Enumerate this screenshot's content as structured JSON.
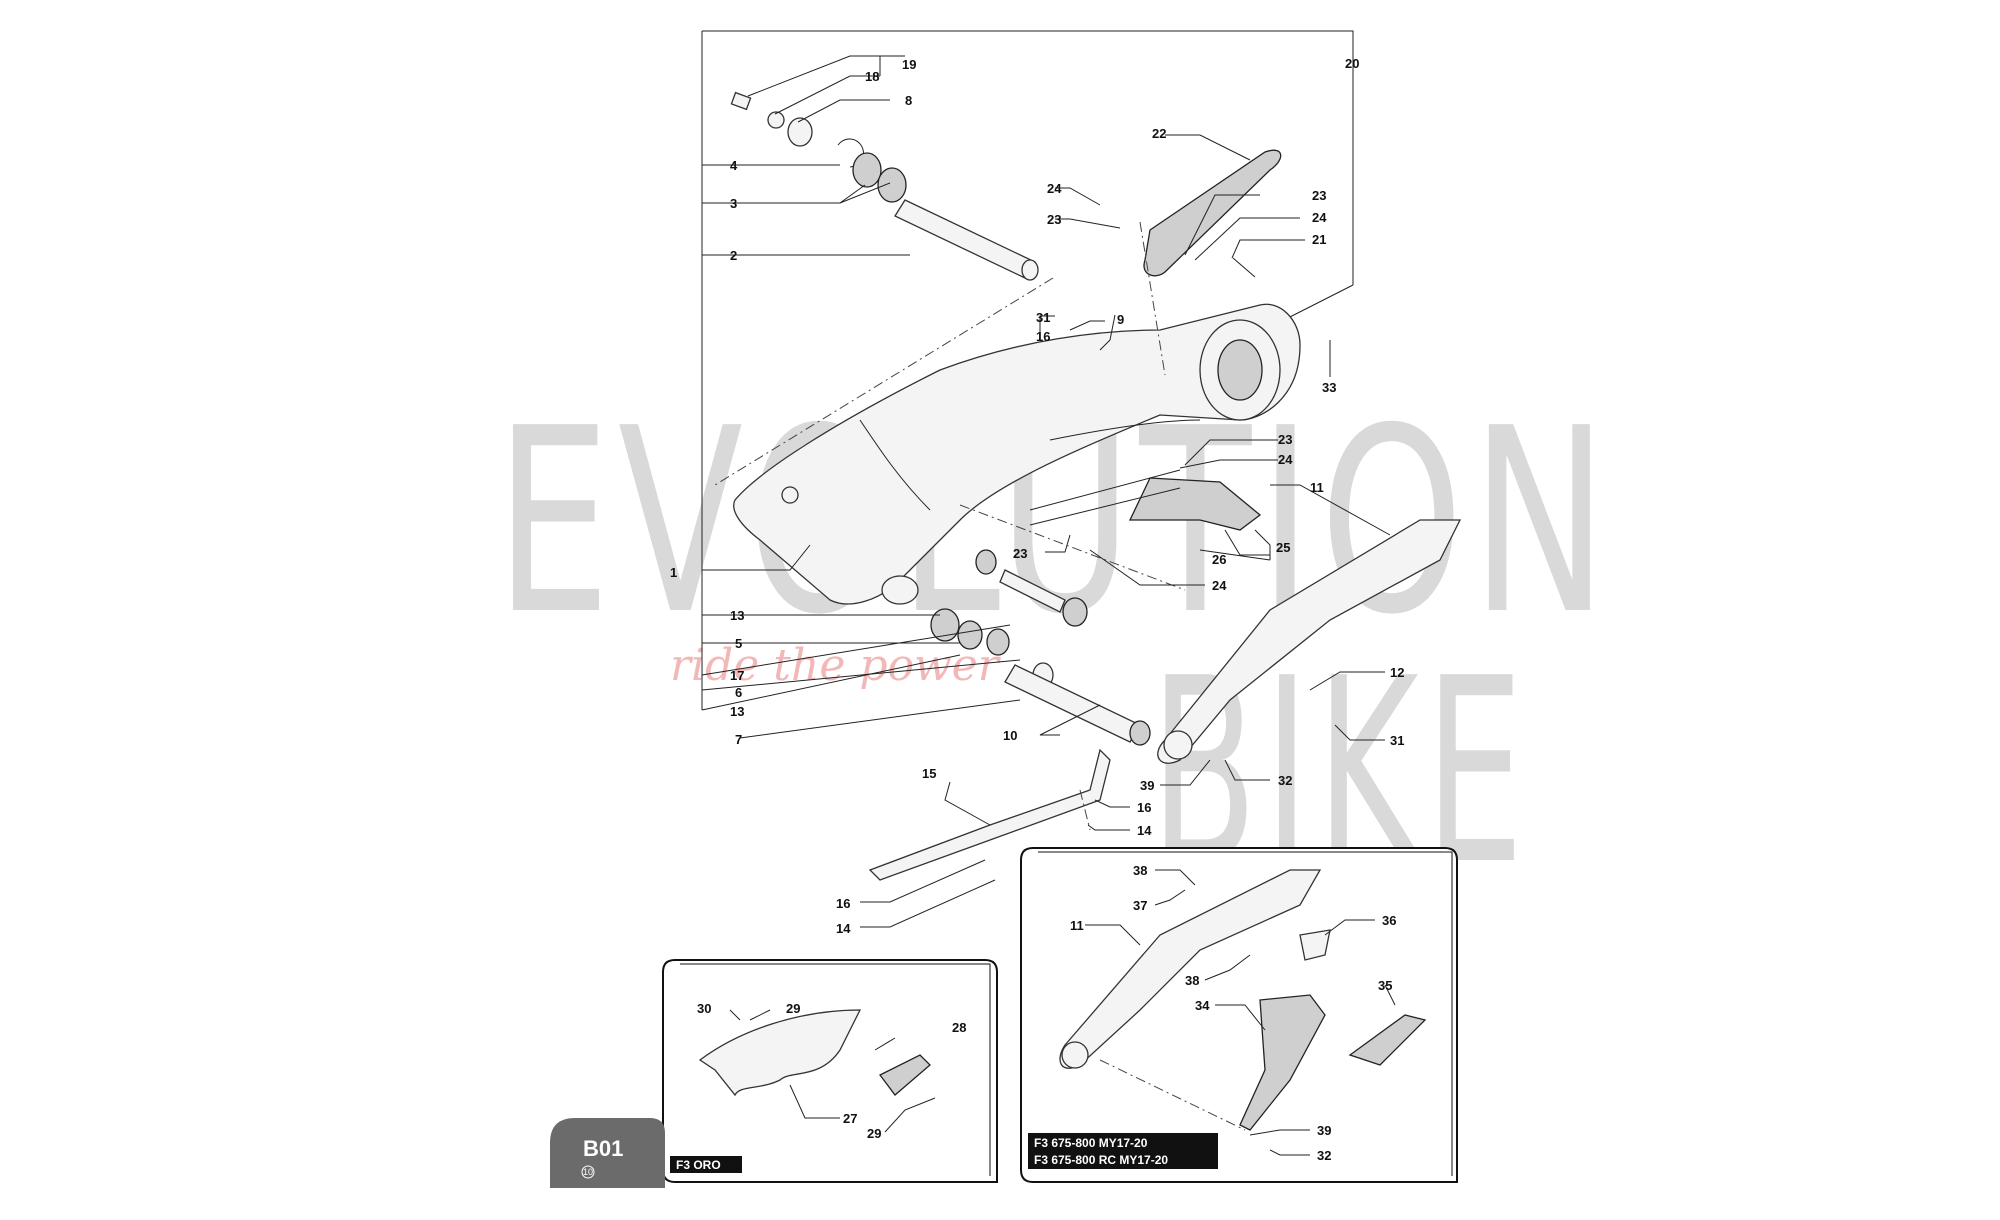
{
  "watermark": {
    "main": "EVOLUTION",
    "sub": "BIKE",
    "tagline": "ride the power"
  },
  "page_code": {
    "code": "B01",
    "sub": "10"
  },
  "insets": {
    "left_tag": "F3 ORO",
    "right_tag_line1": "F3 675-800 MY17-20",
    "right_tag_line2": "F3 675-800 RC MY17-20"
  },
  "labels": {
    "n1": "1",
    "n2": "2",
    "n3": "3",
    "n4": "4",
    "n5": "5",
    "n6": "6",
    "n7": "7",
    "n8": "8",
    "n9": "9",
    "n10": "10",
    "n11": "11",
    "n12": "12",
    "n13a": "13",
    "n13b": "13",
    "n14a": "14",
    "n14b": "14",
    "n15": "15",
    "n16a": "16",
    "n16b": "16",
    "n16c": "16",
    "n17": "17",
    "n18": "18",
    "n19": "19",
    "n20": "20",
    "n21": "21",
    "n22": "22",
    "n23a": "23",
    "n23b": "23",
    "n23c": "23",
    "n23d": "23",
    "n24a": "24",
    "n24b": "24",
    "n24c": "24",
    "n24d": "24",
    "n25": "25",
    "n26": "26",
    "n27": "27",
    "n28": "28",
    "n29a": "29",
    "n29b": "29",
    "n30": "30",
    "n31a": "31",
    "n31b": "31",
    "n32a": "32",
    "n32b": "32",
    "n33": "33",
    "n34": "34",
    "n35": "35",
    "n36": "36",
    "n37": "37",
    "n38a": "38",
    "n38b": "38",
    "n39a": "39",
    "n39b": "39",
    "n11b": "11"
  },
  "colors": {
    "watermark": "#d9d9d9",
    "tagline": "#f2b8b8",
    "badge": "#6b6b6b",
    "tag_bg": "#111111"
  }
}
